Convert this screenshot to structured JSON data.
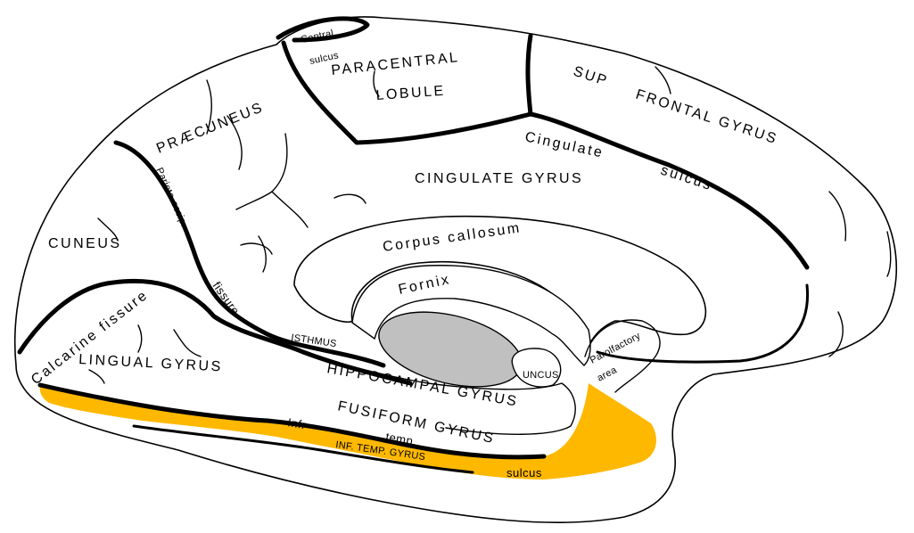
{
  "colors": {
    "highlight": "#FFB800",
    "ventricle": "#C0C0C0",
    "outline": "#000000",
    "background": "#FFFFFF"
  },
  "labels": {
    "central_sulcus_1": "Central",
    "central_sulcus_2": "sulcus",
    "paracentral_1": "PARACENTRAL",
    "paracentral_2": "LOBULE",
    "sup": "SUP",
    "frontal_gyrus": "FRONTAL   GYRUS",
    "praecuneus": "PRÆCUNEUS",
    "cingulate_1": "Cingulate",
    "cingulate_2": "sulcus",
    "cingulate_gyrus": "CINGULATE GYRUS",
    "parieto_occip": "Parieto-occip.",
    "cuneus": "CUNEUS",
    "corpus_callosum": "Corpus callosum",
    "fornix": "Fornix",
    "fissure": "fissure",
    "calcarine": "Calcarine fissure",
    "isthmus": "ISTHMUS",
    "parolfactory_1": "Parolfactory",
    "parolfactory_2": "area",
    "uncus": "UNCUS",
    "lingual": "LINGUAL GYRUS",
    "hippocampal": "HIPPOCAMPAL GYRUS",
    "fusiform": "FUSIFORM GYRUS",
    "infr": "Infr",
    "temp": "temp.",
    "sulcus": "sulcus",
    "inf_temp_gyrus": "INF. TEMP. GYRUS"
  }
}
